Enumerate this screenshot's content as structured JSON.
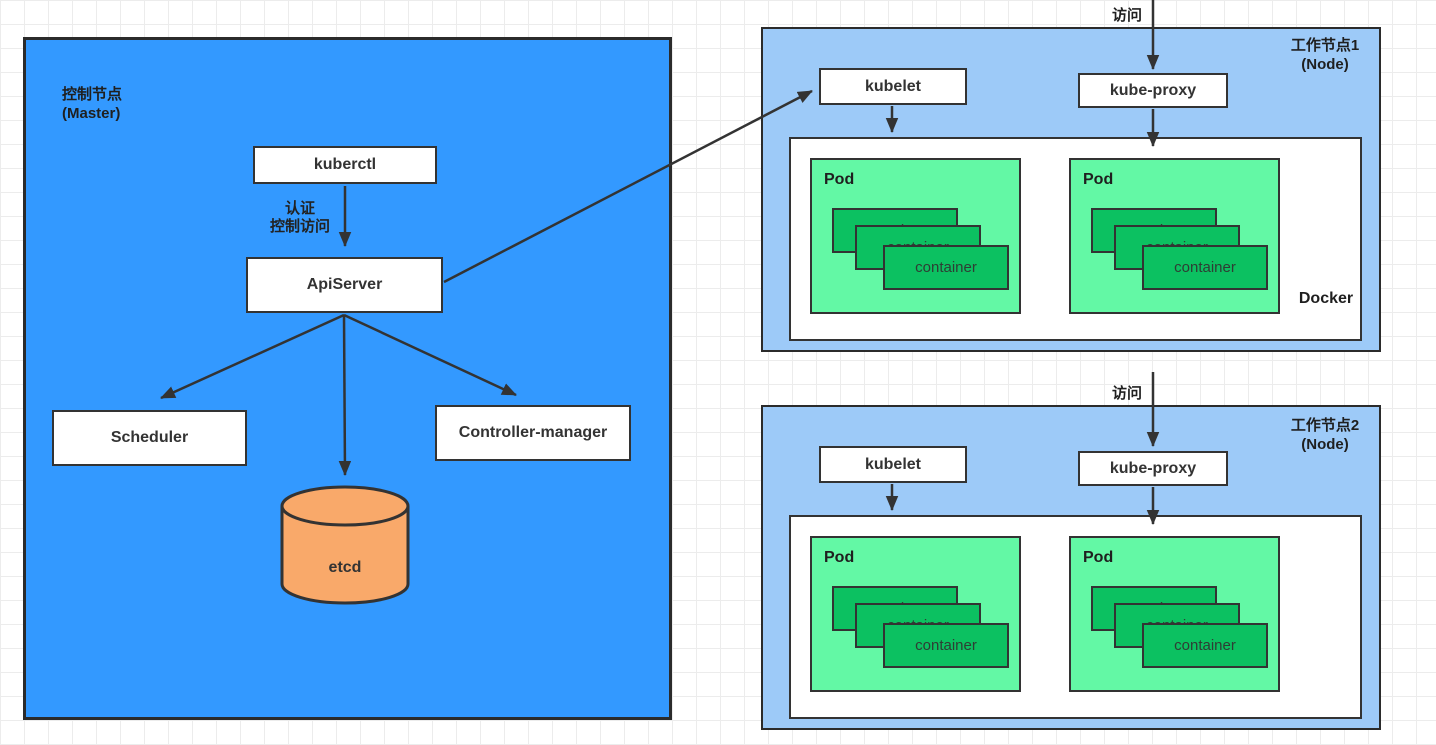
{
  "master": {
    "title": "控制节点",
    "subtitle": "(Master)",
    "boxes": {
      "kuberctl": "kuberctl",
      "apiserver": "ApiServer",
      "scheduler": "Scheduler",
      "controller_manager": "Controller-manager",
      "etcd": "etcd"
    },
    "auth_label": {
      "line1": "认证",
      "line2": "控制访问"
    }
  },
  "worker_nodes": [
    {
      "title": "工作节点1",
      "subtitle": "(Node)",
      "access_label": "访问",
      "kubelet": "kubelet",
      "kube_proxy": "kube-proxy",
      "docker_label": "Docker",
      "pods": [
        {
          "label": "Pod",
          "containers": [
            "container",
            "container",
            "container"
          ]
        },
        {
          "label": "Pod",
          "containers": [
            "container",
            "container",
            "container"
          ]
        }
      ]
    },
    {
      "title": "工作节点2",
      "subtitle": "(Node)",
      "access_label": "访问",
      "kubelet": "kubelet",
      "kube_proxy": "kube-proxy",
      "pods": [
        {
          "label": "Pod",
          "containers": [
            "container",
            "container",
            "container"
          ]
        },
        {
          "label": "Pod",
          "containers": [
            "container",
            "container",
            "container"
          ]
        }
      ]
    }
  ],
  "colors": {
    "master_fill": "#3399FF",
    "node_fill": "#9DCAF8",
    "pod_fill": "#63F8A5",
    "container_fill": "#0CC161",
    "etcd_fill": "#F9A96A",
    "stroke": "#333333"
  }
}
